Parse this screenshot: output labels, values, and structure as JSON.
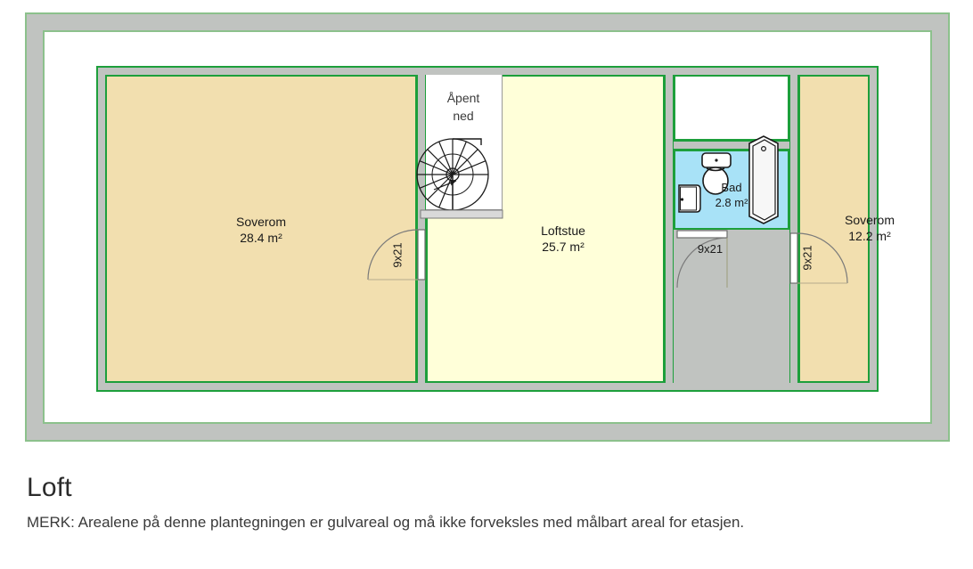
{
  "caption": {
    "title": "Loft",
    "note": "MERK: Arealene på denne plantegningen er gulvareal og må ikke forveksles med målbart areal for etasjen."
  },
  "plan": {
    "colors": {
      "bedroom_fill": "#f2dfaf",
      "living_fill": "#ffffd9",
      "bath_fill": "#a8e2f7",
      "wall_fill": "#c0c3c0",
      "inner_outline": "#1d9f3b",
      "outer_outline": "#8cc18c",
      "void_fill": "#ffffff"
    },
    "rooms": [
      {
        "id": "bedroom_left",
        "name": "Soverom",
        "area": "28.4 m²"
      },
      {
        "id": "living",
        "name": "Loftstue",
        "area": "25.7 m²"
      },
      {
        "id": "bath",
        "name": "Bad",
        "area": "2.8 m²"
      },
      {
        "id": "bedroom_right",
        "name": "Soverom",
        "area": "12.2 m²"
      }
    ],
    "stairwell": {
      "label_line1": "Åpent",
      "label_line2": "ned",
      "icon": "spiral-staircase"
    },
    "doors": [
      {
        "id": "door_bedroom_left",
        "size": "9x21",
        "orientation": "vertical"
      },
      {
        "id": "door_bath",
        "size": "9x21",
        "orientation": "horizontal"
      },
      {
        "id": "door_bedroom_right",
        "size": "9x21",
        "orientation": "vertical"
      }
    ],
    "fixtures": [
      {
        "id": "toilet",
        "icon": "toilet-icon"
      },
      {
        "id": "sink",
        "icon": "sink-icon"
      },
      {
        "id": "bathtub",
        "icon": "bathtub-icon"
      }
    ]
  }
}
